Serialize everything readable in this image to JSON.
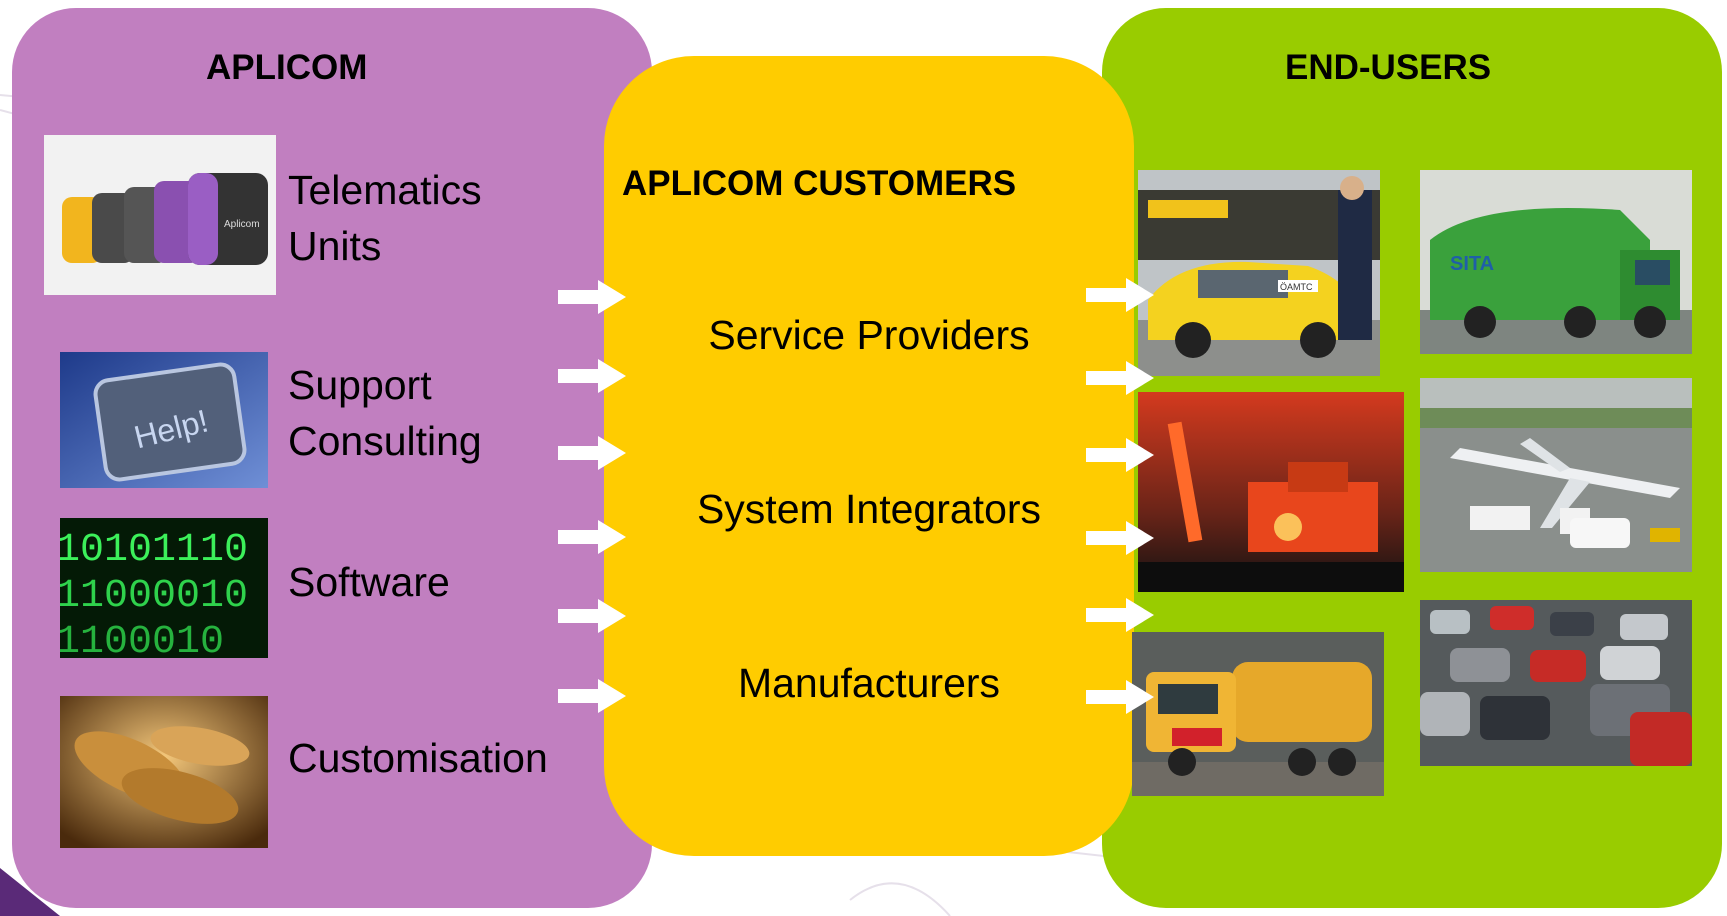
{
  "aplicom": {
    "title": "APLICOM",
    "offerings": [
      {
        "label_1": "Telematics",
        "label_2": "Units",
        "image": "telematics-units-photo"
      },
      {
        "label_1": "Support",
        "label_2": "Consulting",
        "image": "help-key-photo"
      },
      {
        "label_1": "Software",
        "image": "binary-code-photo"
      },
      {
        "label_1": "Customisation",
        "image": "gold-coins-photo"
      }
    ]
  },
  "customers": {
    "title": "APLICOM CUSTOMERS",
    "groups": [
      "Service Providers",
      "System Integrators",
      "Manufacturers"
    ]
  },
  "end_users": {
    "title": "END-USERS",
    "images": [
      "taxi-photo",
      "garbage-truck-photo",
      "drilling-rig-photo",
      "airport-photo",
      "tanker-truck-photo",
      "traffic-photo"
    ],
    "taxi_sign": "ÖAMTC"
  },
  "colors": {
    "aplicom_panel": "#c17fc0",
    "customers_panel": "#ffcc00",
    "end_users_panel": "#99cc00",
    "arrow": "#ffffff"
  }
}
